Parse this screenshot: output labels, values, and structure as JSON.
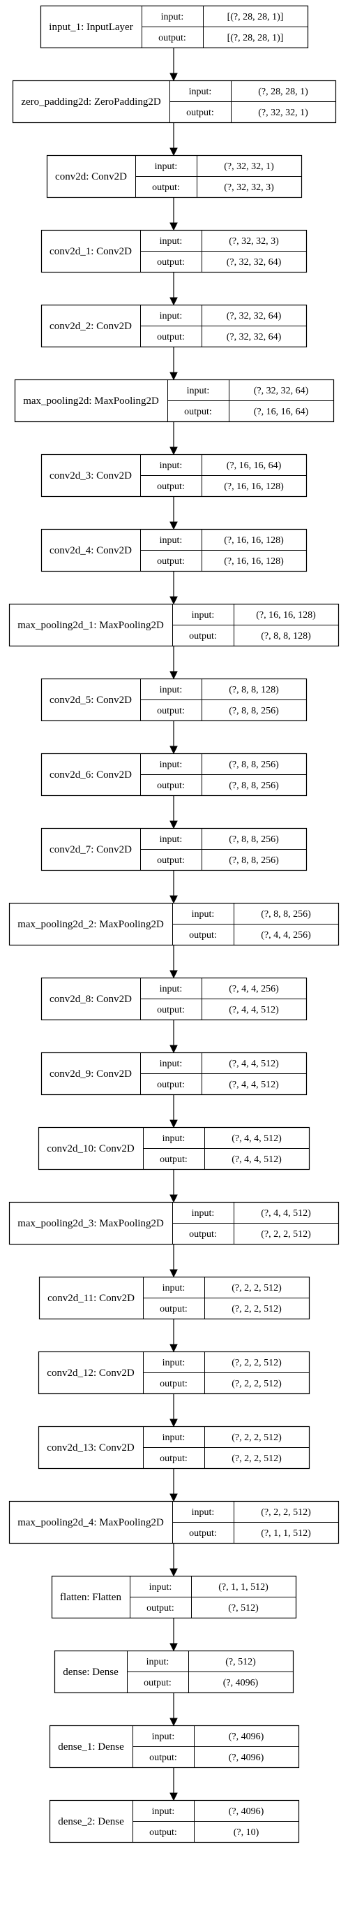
{
  "diagram": {
    "title": "",
    "io_labels": {
      "input": "input:",
      "output": "output:"
    },
    "nodes": [
      {
        "name": "input_1: InputLayer",
        "input": "[(?, 28, 28, 1)]",
        "output": "[(?, 28, 28, 1)]"
      },
      {
        "name": "zero_padding2d: ZeroPadding2D",
        "input": "(?, 28, 28, 1)",
        "output": "(?, 32, 32, 1)"
      },
      {
        "name": "conv2d: Conv2D",
        "input": "(?, 32, 32, 1)",
        "output": "(?, 32, 32, 3)"
      },
      {
        "name": "conv2d_1: Conv2D",
        "input": "(?, 32, 32, 3)",
        "output": "(?, 32, 32, 64)"
      },
      {
        "name": "conv2d_2: Conv2D",
        "input": "(?, 32, 32, 64)",
        "output": "(?, 32, 32, 64)"
      },
      {
        "name": "max_pooling2d: MaxPooling2D",
        "input": "(?, 32, 32, 64)",
        "output": "(?, 16, 16, 64)"
      },
      {
        "name": "conv2d_3: Conv2D",
        "input": "(?, 16, 16, 64)",
        "output": "(?, 16, 16, 128)"
      },
      {
        "name": "conv2d_4: Conv2D",
        "input": "(?, 16, 16, 128)",
        "output": "(?, 16, 16, 128)"
      },
      {
        "name": "max_pooling2d_1: MaxPooling2D",
        "input": "(?, 16, 16, 128)",
        "output": "(?, 8, 8, 128)"
      },
      {
        "name": "conv2d_5: Conv2D",
        "input": "(?, 8, 8, 128)",
        "output": "(?, 8, 8, 256)"
      },
      {
        "name": "conv2d_6: Conv2D",
        "input": "(?, 8, 8, 256)",
        "output": "(?, 8, 8, 256)"
      },
      {
        "name": "conv2d_7: Conv2D",
        "input": "(?, 8, 8, 256)",
        "output": "(?, 8, 8, 256)"
      },
      {
        "name": "max_pooling2d_2: MaxPooling2D",
        "input": "(?, 8, 8, 256)",
        "output": "(?, 4, 4, 256)"
      },
      {
        "name": "conv2d_8: Conv2D",
        "input": "(?, 4, 4, 256)",
        "output": "(?, 4, 4, 512)"
      },
      {
        "name": "conv2d_9: Conv2D",
        "input": "(?, 4, 4, 512)",
        "output": "(?, 4, 4, 512)"
      },
      {
        "name": "conv2d_10: Conv2D",
        "input": "(?, 4, 4, 512)",
        "output": "(?, 4, 4, 512)"
      },
      {
        "name": "max_pooling2d_3: MaxPooling2D",
        "input": "(?, 4, 4, 512)",
        "output": "(?, 2, 2, 512)"
      },
      {
        "name": "conv2d_11: Conv2D",
        "input": "(?, 2, 2, 512)",
        "output": "(?, 2, 2, 512)"
      },
      {
        "name": "conv2d_12: Conv2D",
        "input": "(?, 2, 2, 512)",
        "output": "(?, 2, 2, 512)"
      },
      {
        "name": "conv2d_13: Conv2D",
        "input": "(?, 2, 2, 512)",
        "output": "(?, 2, 2, 512)"
      },
      {
        "name": "max_pooling2d_4: MaxPooling2D",
        "input": "(?, 2, 2, 512)",
        "output": "(?, 1, 1, 512)"
      },
      {
        "name": "flatten: Flatten",
        "input": "(?, 1, 1, 512)",
        "output": "(?, 512)"
      },
      {
        "name": "dense: Dense",
        "input": "(?, 512)",
        "output": "(?, 4096)"
      },
      {
        "name": "dense_1: Dense",
        "input": "(?, 4096)",
        "output": "(?, 4096)"
      },
      {
        "name": "dense_2: Dense",
        "input": "(?, 4096)",
        "output": "(?, 10)"
      }
    ],
    "colors": {
      "stroke": "#000000",
      "background": "#ffffff",
      "text": "#000000"
    }
  }
}
